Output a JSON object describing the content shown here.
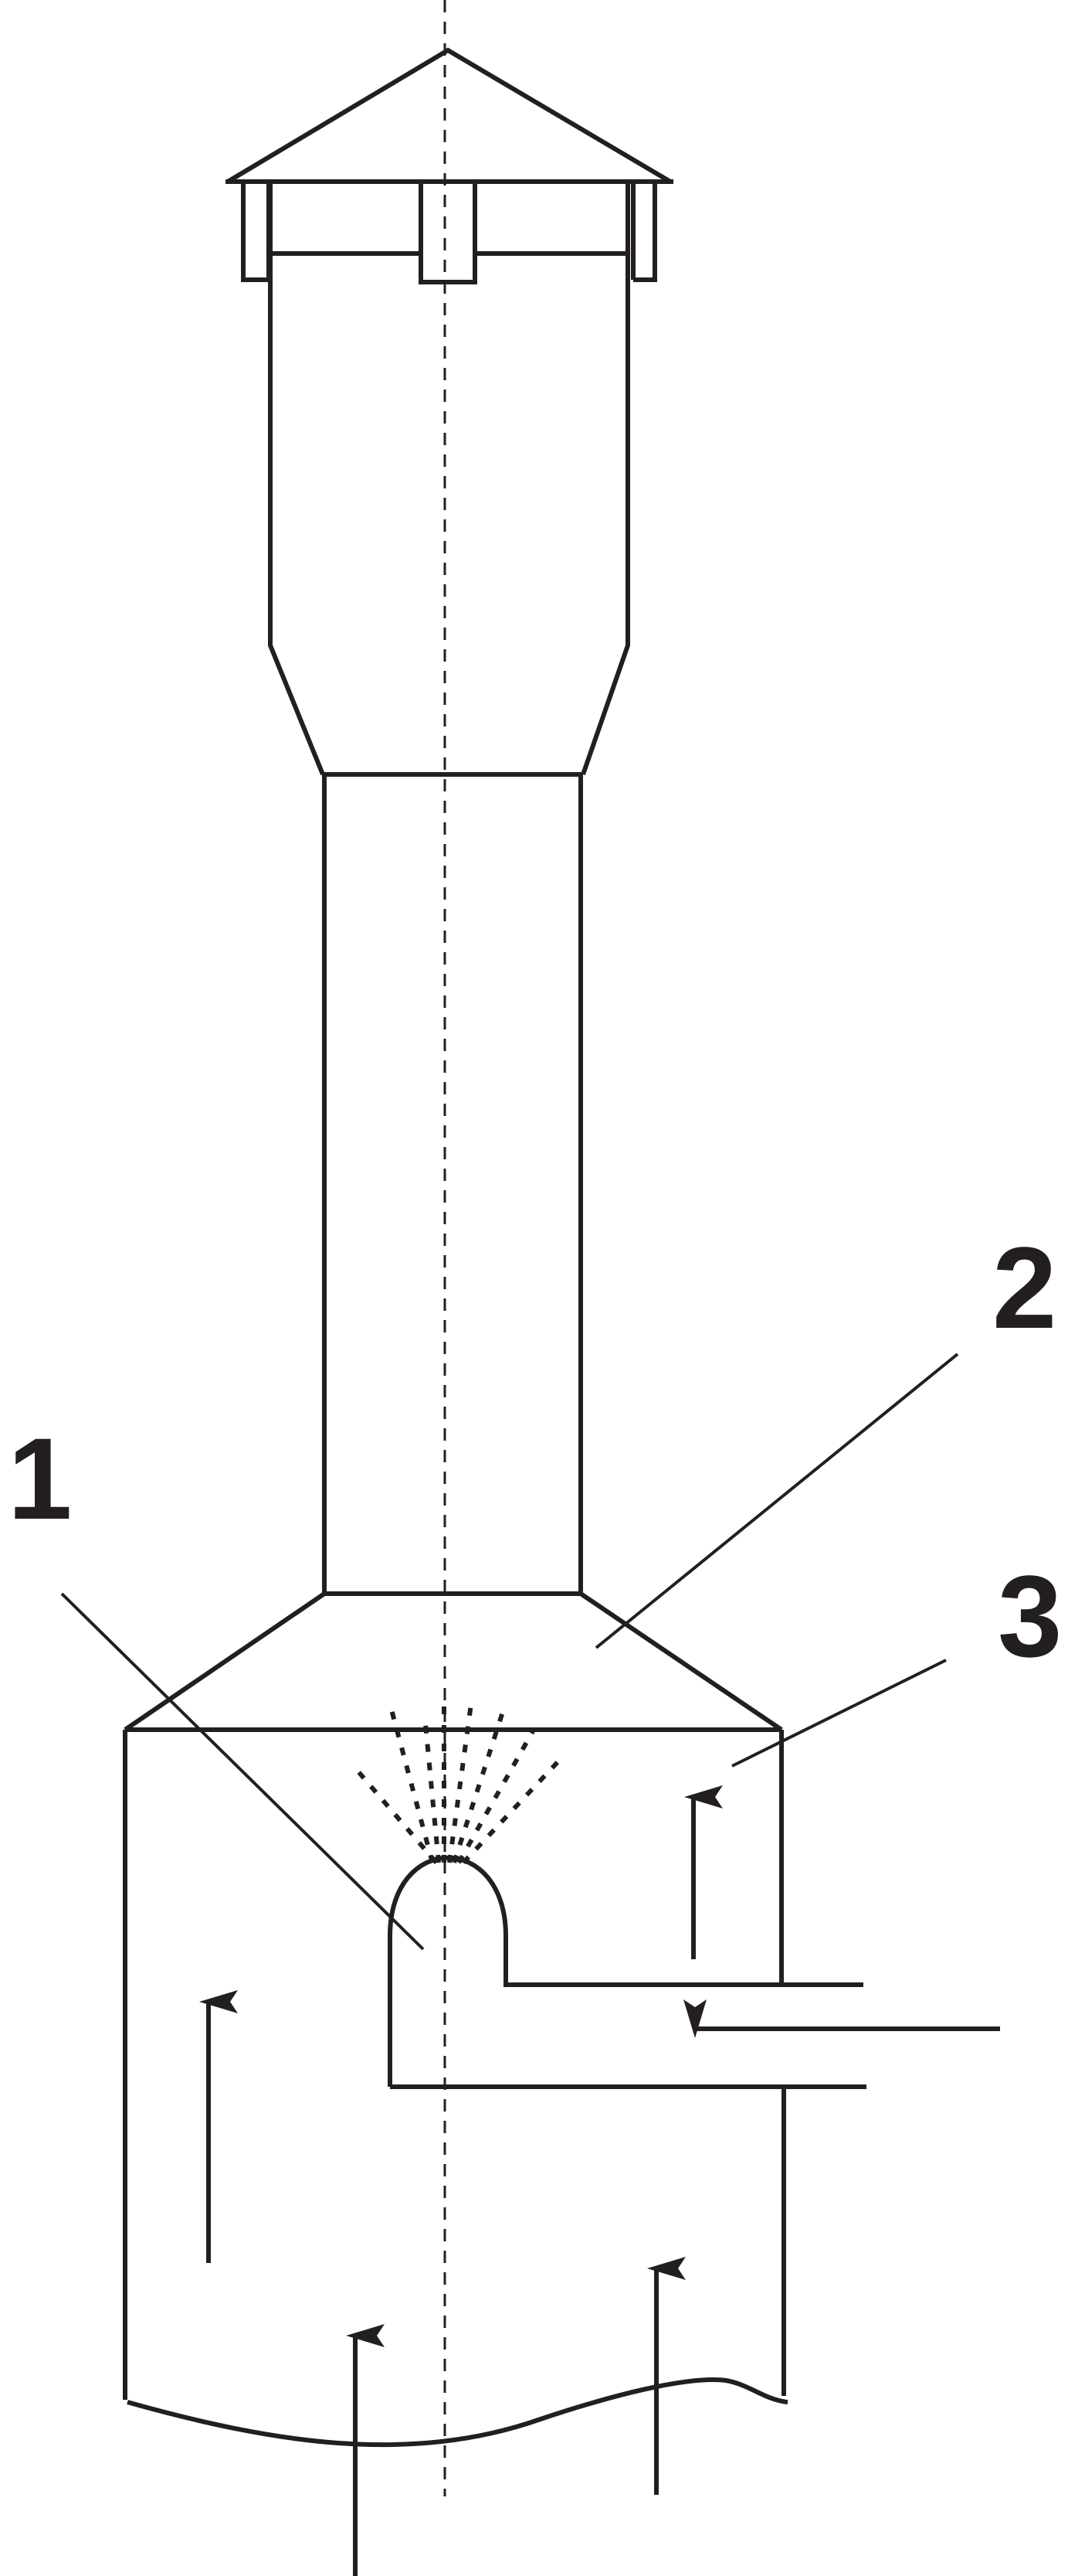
{
  "diagram": {
    "labels": {
      "label_1": "1",
      "label_2": "2",
      "label_3": "3"
    },
    "colors": {
      "line": "#231f20",
      "background": "#ffffff"
    }
  }
}
